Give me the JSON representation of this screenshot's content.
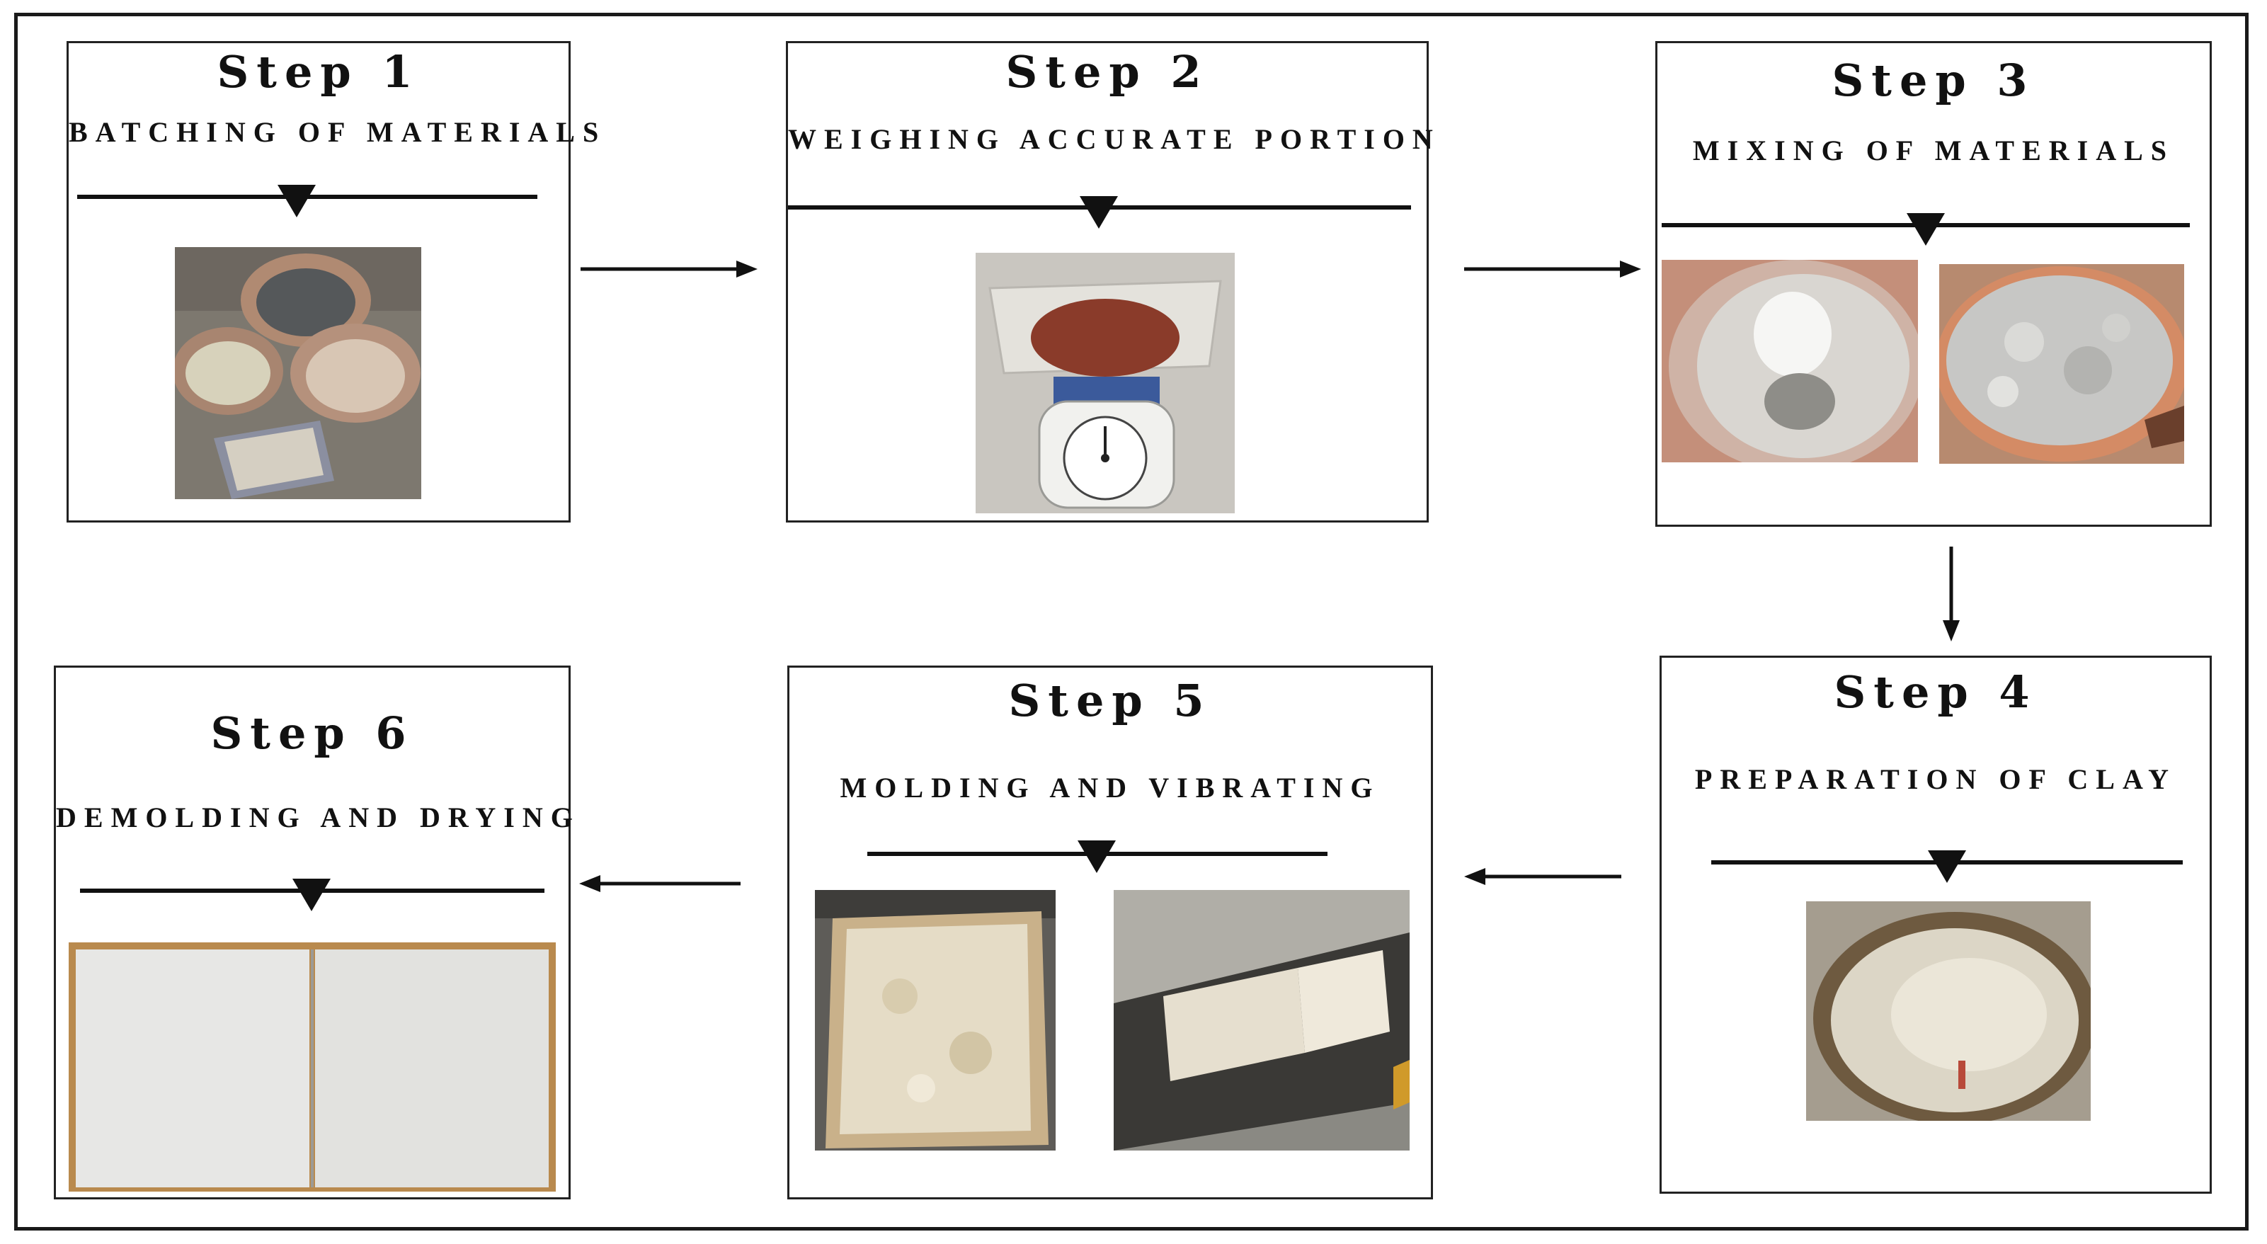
{
  "steps": [
    {
      "title": "Step 1",
      "subtitle": "Batching of Materials"
    },
    {
      "title": "Step 2",
      "subtitle": "Weighing Accurate Portion"
    },
    {
      "title": "Step 3",
      "subtitle": "Mixing of Materials"
    },
    {
      "title": "Step 4",
      "subtitle": "Preparation of Clay"
    },
    {
      "title": "Step 5",
      "subtitle": "Molding and Vibrating"
    },
    {
      "title": "Step 6",
      "subtitle": "Demolding and Drying"
    }
  ],
  "colors": {
    "line": "#111111",
    "border": "#222222",
    "background": "#ffffff"
  }
}
